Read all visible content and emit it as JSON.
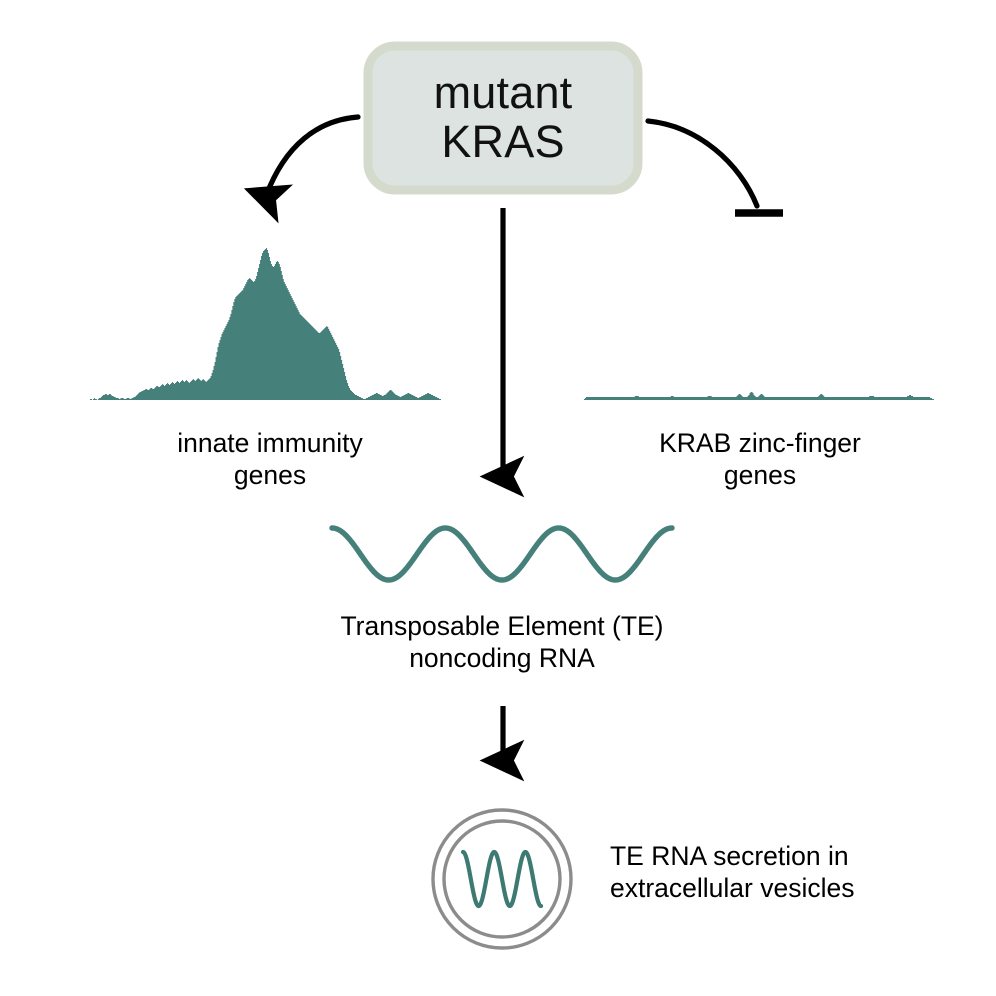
{
  "figure": {
    "title_node": {
      "line1": "mutant",
      "line2": "KRAS"
    },
    "labels": {
      "innate_immunity": "innate immunity\ngenes",
      "krab_zinc_finger": "KRAB zinc-finger\ngenes",
      "te_noncoding_rna": "Transposable Element (TE)\nnoncoding RNA",
      "vesicle_secretion": "TE RNA secretion in\nextracellular vesicles"
    },
    "icons": {
      "activation_arrow_left": "curved-arrow-icon",
      "inhibition_arrow_right": "inhibition-tbar-icon",
      "activation_arrow_center": "down-arrow-icon",
      "activation_arrow_bottom": "down-arrow-icon",
      "peak_track": "genome-signal-peak-icon",
      "flat_track": "genome-signal-flat-icon",
      "rna_wave": "rna-wave-icon",
      "vesicle": "extracellular-vesicle-icon",
      "vesicle_rna": "rna-wave-icon"
    },
    "colors": {
      "box_fill": "#dce3e0",
      "box_stroke": "#d4dbcd",
      "track_teal": "#45807a",
      "arrow_black": "#000000",
      "vesicle_gray": "#8c8c8c",
      "background": "#ffffff"
    }
  },
  "chart_data": [
    {
      "type": "area",
      "name": "innate-immunity-signal-track",
      "title": "innate immunity genes",
      "description": "Genome browser signal track with one tall sharp peak",
      "xlim": [
        88,
        443
      ],
      "ylim": [
        0,
        152
      ],
      "baseline_y": 400,
      "grid": false,
      "legend": "none",
      "values": [
        0,
        0,
        1,
        1,
        0,
        1,
        2,
        1,
        1,
        0,
        1,
        2,
        2,
        3,
        4,
        5,
        5,
        6,
        6,
        5,
        5,
        6,
        6,
        5,
        4,
        4,
        3,
        3,
        2,
        2,
        2,
        1,
        1,
        2,
        2,
        2,
        1,
        1,
        1,
        2,
        2,
        2,
        1,
        1,
        2,
        2,
        3,
        3,
        4,
        5,
        6,
        7,
        8,
        8,
        9,
        9,
        10,
        10,
        11,
        11,
        10,
        10,
        11,
        12,
        12,
        11,
        11,
        12,
        13,
        14,
        14,
        13,
        13,
        14,
        15,
        16,
        15,
        14,
        15,
        16,
        17,
        16,
        15,
        16,
        17,
        18,
        17,
        16,
        17,
        18,
        19,
        18,
        17,
        18,
        19,
        20,
        19,
        18,
        19,
        20,
        19,
        18,
        17,
        18,
        19,
        20,
        21,
        20,
        19,
        20,
        21,
        22,
        21,
        20,
        19,
        20,
        21,
        20,
        19,
        18,
        19,
        20,
        21,
        22,
        24,
        27,
        30,
        34,
        38,
        43,
        48,
        53,
        57,
        60,
        63,
        66,
        68,
        70,
        72,
        74,
        76,
        78,
        80,
        83,
        86,
        90,
        94,
        98,
        101,
        103,
        104,
        105,
        106,
        107,
        108,
        109,
        110,
        112,
        114,
        116,
        118,
        120,
        121,
        122,
        121,
        120,
        119,
        118,
        119,
        121,
        124,
        128,
        132,
        136,
        140,
        144,
        147,
        149,
        150,
        151,
        152,
        150,
        147,
        143,
        139,
        136,
        134,
        133,
        134,
        136,
        138,
        139,
        138,
        136,
        133,
        129,
        125,
        121,
        118,
        116,
        114,
        112,
        110,
        108,
        106,
        104,
        102,
        100,
        98,
        96,
        94,
        92,
        90,
        88,
        86,
        85,
        84,
        83,
        82,
        81,
        80,
        79,
        78,
        77,
        76,
        75,
        74,
        73,
        72,
        71,
        70,
        69,
        68,
        67,
        67,
        68,
        69,
        70,
        71,
        72,
        73,
        74,
        73,
        71,
        69,
        67,
        65,
        63,
        61,
        59,
        57,
        55,
        53,
        51,
        48,
        44,
        40,
        36,
        32,
        28,
        24,
        20,
        17,
        14,
        12,
        10,
        9,
        8,
        7,
        6,
        5,
        5,
        4,
        4,
        3,
        3,
        2,
        2,
        1,
        1,
        1,
        2,
        2,
        3,
        3,
        4,
        4,
        5,
        5,
        6,
        6,
        7,
        7,
        6,
        6,
        5,
        5,
        4,
        4,
        5,
        5,
        6,
        7,
        8,
        9,
        10,
        10,
        9,
        8,
        7,
        6,
        5,
        5,
        4,
        4,
        3,
        3,
        4,
        4,
        5,
        5,
        6,
        6,
        7,
        7,
        6,
        6,
        5,
        5,
        4,
        4,
        3,
        3,
        2,
        2,
        3,
        3,
        4,
        4,
        5,
        5,
        6,
        6,
        7,
        7,
        6,
        6,
        5,
        5,
        4,
        4,
        3,
        3,
        2,
        2,
        1,
        1,
        0,
        0,
        0
      ]
    },
    {
      "type": "area",
      "name": "krab-zinc-finger-signal-track",
      "title": "KRAB zinc-finger genes",
      "description": "Genome browser signal track, essentially flat baseline noise",
      "xlim": [
        583,
        935
      ],
      "ylim": [
        0,
        12
      ],
      "baseline_y": 400,
      "grid": false,
      "legend": "none",
      "values": [
        0,
        1,
        2,
        3,
        3,
        3,
        3,
        3,
        3,
        3,
        3,
        3,
        3,
        3,
        3,
        3,
        3,
        3,
        3,
        3,
        3,
        3,
        3,
        3,
        3,
        3,
        3,
        3,
        3,
        3,
        3,
        3,
        3,
        3,
        3,
        3,
        3,
        3,
        3,
        3,
        3,
        3,
        3,
        3,
        3,
        3,
        3,
        3,
        3,
        3,
        3,
        3,
        4,
        4,
        4,
        4,
        3,
        3,
        3,
        3,
        3,
        3,
        3,
        3,
        3,
        3,
        3,
        3,
        3,
        3,
        3,
        3,
        3,
        3,
        3,
        3,
        3,
        3,
        3,
        3,
        3,
        3,
        3,
        3,
        3,
        3,
        3,
        3,
        4,
        4,
        4,
        3,
        3,
        3,
        3,
        3,
        3,
        3,
        3,
        3,
        3,
        3,
        3,
        3,
        3,
        3,
        3,
        3,
        3,
        3,
        3,
        3,
        3,
        3,
        3,
        3,
        3,
        3,
        3,
        3,
        3,
        3,
        3,
        3,
        3,
        4,
        4,
        4,
        4,
        3,
        3,
        3,
        3,
        3,
        3,
        3,
        3,
        3,
        3,
        3,
        3,
        3,
        3,
        3,
        3,
        3,
        3,
        3,
        3,
        3,
        3,
        3,
        3,
        3,
        4,
        5,
        6,
        6,
        5,
        4,
        3,
        3,
        3,
        3,
        3,
        4,
        5,
        7,
        8,
        8,
        7,
        5,
        4,
        3,
        3,
        3,
        4,
        5,
        6,
        6,
        5,
        4,
        3,
        3,
        3,
        3,
        3,
        3,
        3,
        3,
        3,
        3,
        3,
        3,
        3,
        3,
        3,
        3,
        3,
        3,
        3,
        3,
        3,
        3,
        3,
        3,
        3,
        3,
        3,
        3,
        3,
        3,
        3,
        3,
        3,
        3,
        3,
        3,
        3,
        3,
        3,
        3,
        3,
        3,
        3,
        3,
        3,
        3,
        3,
        3,
        3,
        3,
        3,
        3,
        3,
        3,
        4,
        5,
        6,
        6,
        5,
        4,
        3,
        3,
        3,
        3,
        3,
        3,
        3,
        3,
        3,
        3,
        3,
        3,
        3,
        3,
        3,
        3,
        3,
        3,
        3,
        3,
        3,
        3,
        3,
        3,
        3,
        3,
        3,
        3,
        3,
        3,
        3,
        3,
        3,
        3,
        3,
        3,
        3,
        3,
        3,
        3,
        3,
        3,
        3,
        3,
        3,
        4,
        4,
        4,
        4,
        4,
        3,
        3,
        3,
        3,
        3,
        3,
        3,
        3,
        3,
        3,
        3,
        3,
        3,
        3,
        3,
        3,
        3,
        3,
        3,
        3,
        3,
        3,
        3,
        3,
        3,
        3,
        3,
        3,
        3,
        3,
        3,
        3,
        3,
        4,
        4,
        5,
        5,
        4,
        4,
        3,
        3,
        3,
        3,
        3,
        3,
        3,
        3,
        3,
        3,
        3,
        3,
        3,
        3,
        3,
        3,
        3,
        2,
        2,
        1,
        1,
        0,
        0
      ]
    },
    {
      "type": "line",
      "name": "te-noncoding-rna-wave",
      "title": "Transposable Element (TE) noncoding RNA",
      "description": "Sine wave representing noncoding RNA strand",
      "xlim": [
        332,
        672
      ],
      "ylim": [
        528,
        580
      ],
      "periods": 3,
      "amplitude": 26,
      "grid": false,
      "legend": "none"
    },
    {
      "type": "line",
      "name": "vesicle-rna-wave",
      "title": "TE RNA inside extracellular vesicle",
      "description": "Compressed sine wave inside vesicle circle",
      "xlim": [
        463,
        541
      ],
      "ylim": [
        852,
        906
      ],
      "periods": 2.5,
      "amplitude": 27,
      "grid": false,
      "legend": "none"
    }
  ]
}
